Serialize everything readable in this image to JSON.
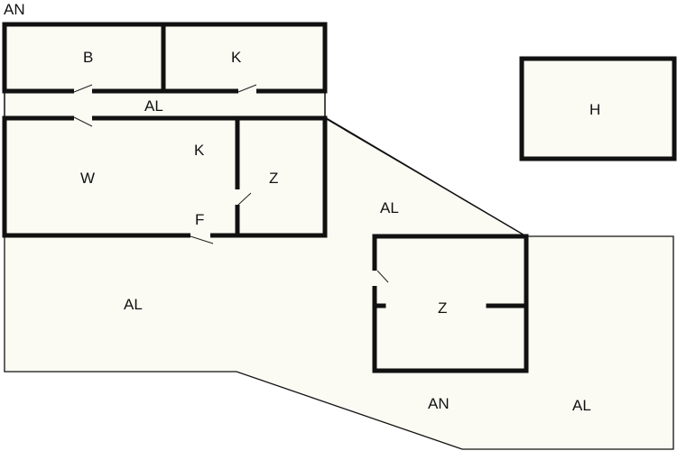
{
  "plan": {
    "colors": {
      "fill": "#fbfbf4",
      "wall": "#111111",
      "background": "#ffffff"
    },
    "labels": {
      "an_top": "AN",
      "b": "B",
      "k_top": "K",
      "al_corridor": "AL",
      "w": "W",
      "k_mid": "K",
      "z_left": "Z",
      "f": "F",
      "al_center": "AL",
      "h": "H",
      "al_left": "AL",
      "z_right": "Z",
      "an_bottom": "AN",
      "al_right": "AL"
    }
  }
}
